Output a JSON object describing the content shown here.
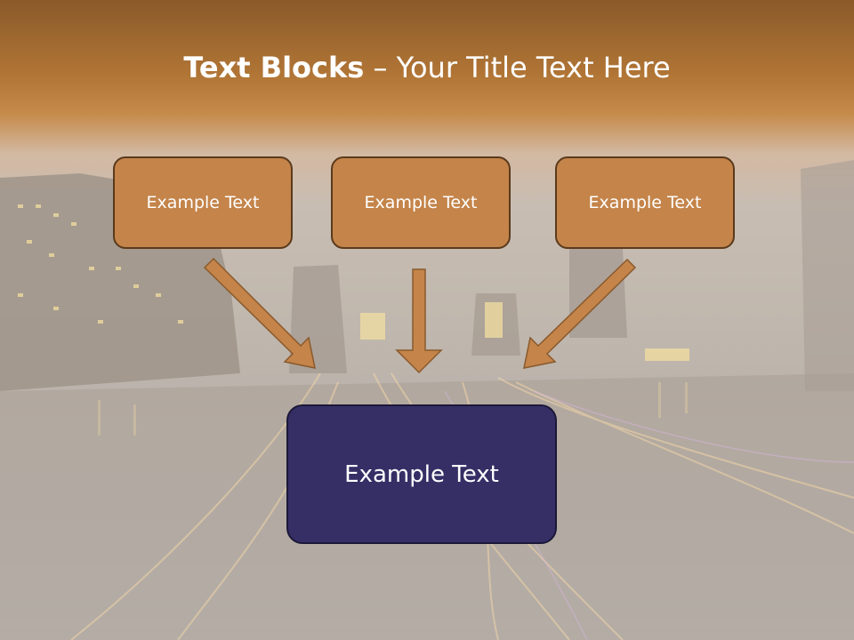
{
  "slide": {
    "title_bold": "Text Blocks",
    "title_dash": " – ",
    "title_rest": "Your Title Text Here"
  },
  "blocks": {
    "top": [
      {
        "label": "Example Text"
      },
      {
        "label": "Example Text"
      },
      {
        "label": "Example Text"
      }
    ],
    "bottom": {
      "label": "Example Text"
    }
  },
  "colors": {
    "header_band": "#b87a3a",
    "top_box_fill": "#c4844a",
    "top_box_border": "#5a3a1c",
    "bottom_box_fill": "#352f66",
    "arrow_fill": "#c4844a"
  },
  "icons": [
    "arrow-down-right-icon",
    "arrow-down-icon",
    "arrow-down-left-icon"
  ]
}
